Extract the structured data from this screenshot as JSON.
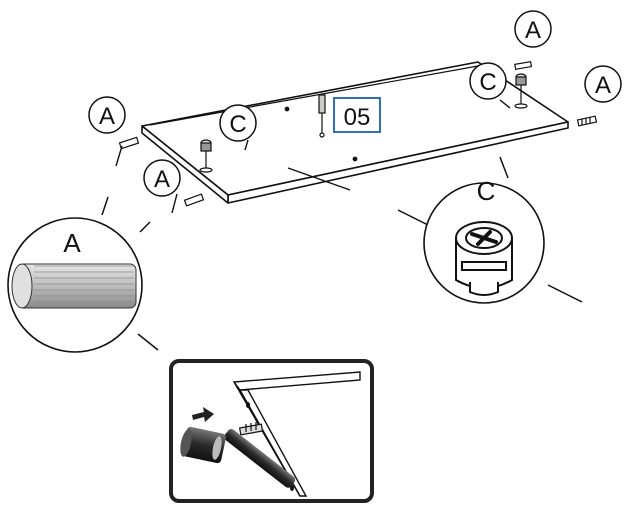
{
  "step": {
    "number": "05"
  },
  "labels": {
    "dowel_callout_1": "A",
    "dowel_callout_2": "A",
    "dowel_callout_3": "A",
    "dowel_callout_4": "A",
    "cam_callout_1": "C",
    "cam_callout_2": "C",
    "dowel_detail": "A",
    "cam_detail": "C"
  },
  "colors": {
    "line": "#111111",
    "step_box": "#1a5fb4",
    "dowel_fill": "#cfcfcf",
    "inset_border": "#222222"
  },
  "icons": [
    "dowel-icon",
    "cam-lock-icon",
    "push-arrow-icon",
    "hammer-icon"
  ]
}
